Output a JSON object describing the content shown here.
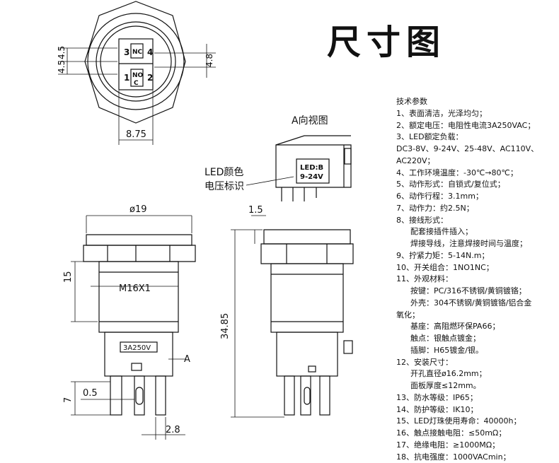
{
  "title": "尺寸图",
  "drawing": {
    "top_view": {
      "pins": [
        "3",
        "4",
        "1",
        "2"
      ],
      "contact_nc": "NC",
      "contact_no": "NO",
      "center_mark": "C",
      "dim_upper_left": "4.5",
      "dim_lower_left": "4.5",
      "dim_right": "4.8",
      "dim_bottom": "8.75"
    },
    "view_a": {
      "title": "A向视图",
      "label_line1": "LED:B",
      "label_line2": "9-24V",
      "callout_line1": "LED颜色",
      "callout_line2": "电压标识"
    },
    "front_view": {
      "dim_diameter": "ø19",
      "dim_body": "15",
      "thread": "M16X1",
      "rating": "3A250V",
      "arrow_label": "A",
      "dim_terminal": "7",
      "dim_pin_gap": "0.5",
      "dim_pin_width": "2.8"
    },
    "side_view": {
      "dim_top": "1.5",
      "dim_height": "34.85"
    }
  },
  "specs": {
    "header": "技术参数",
    "items": [
      {
        "text": "1、表面清洁，光泽均匀；",
        "indent": false
      },
      {
        "text": "2、额定电压：电阻性电流3A250VAC；",
        "indent": false
      },
      {
        "text": "3、LED额定负载：",
        "indent": false
      },
      {
        "text": "DC3-8V、9-24V、25-48V、AC110V、",
        "indent": false
      },
      {
        "text": "AC220V；",
        "indent": false
      },
      {
        "text": "4、工作环境温度：-30℃→80℃；",
        "indent": false
      },
      {
        "text": "5、动作形式：自锁式/复位式；",
        "indent": false
      },
      {
        "text": "6、动作行程：3.1mm；",
        "indent": false
      },
      {
        "text": "7、动作力：约2.5N；",
        "indent": false
      },
      {
        "text": "8、接线形式：",
        "indent": false
      },
      {
        "text": "配套接插件插入；",
        "indent": true
      },
      {
        "text": "焊接导线，注意焊接时间与温度；",
        "indent": true
      },
      {
        "text": "9、拧紧力矩：5-14N.m；",
        "indent": false
      },
      {
        "text": "10、开关组合：1NO1NC；",
        "indent": false
      },
      {
        "text": "11、外观材料：",
        "indent": false
      },
      {
        "text": "按键：PC/316不锈钢/黄铜镀铬；",
        "indent": true
      },
      {
        "text": "外壳：304不锈钢/黄铜镀铬/铝合金",
        "indent": true
      },
      {
        "text": "氧化；",
        "indent": false
      },
      {
        "text": "基座：高阻燃环保PA66；",
        "indent": true
      },
      {
        "text": "触点：银触点镀金；",
        "indent": true
      },
      {
        "text": "插脚：H65镀金/银。",
        "indent": true
      },
      {
        "text": "12、安装尺寸：",
        "indent": false
      },
      {
        "text": "开孔直径ø16.2mm；",
        "indent": true
      },
      {
        "text": "面板厚度≤12mm。",
        "indent": true
      },
      {
        "text": "13、防水等级：IP65；",
        "indent": false
      },
      {
        "text": "14、防护等级：IK10；",
        "indent": false
      },
      {
        "text": "15、LED灯珠使用寿命：40000h；",
        "indent": false
      },
      {
        "text": "16、触点接触电阻：≤50mΩ；",
        "indent": false
      },
      {
        "text": "17、绝缘电阻：≥1000MΩ；",
        "indent": false
      },
      {
        "text": "18、抗电强度：1000VACmin；",
        "indent": false
      }
    ]
  }
}
